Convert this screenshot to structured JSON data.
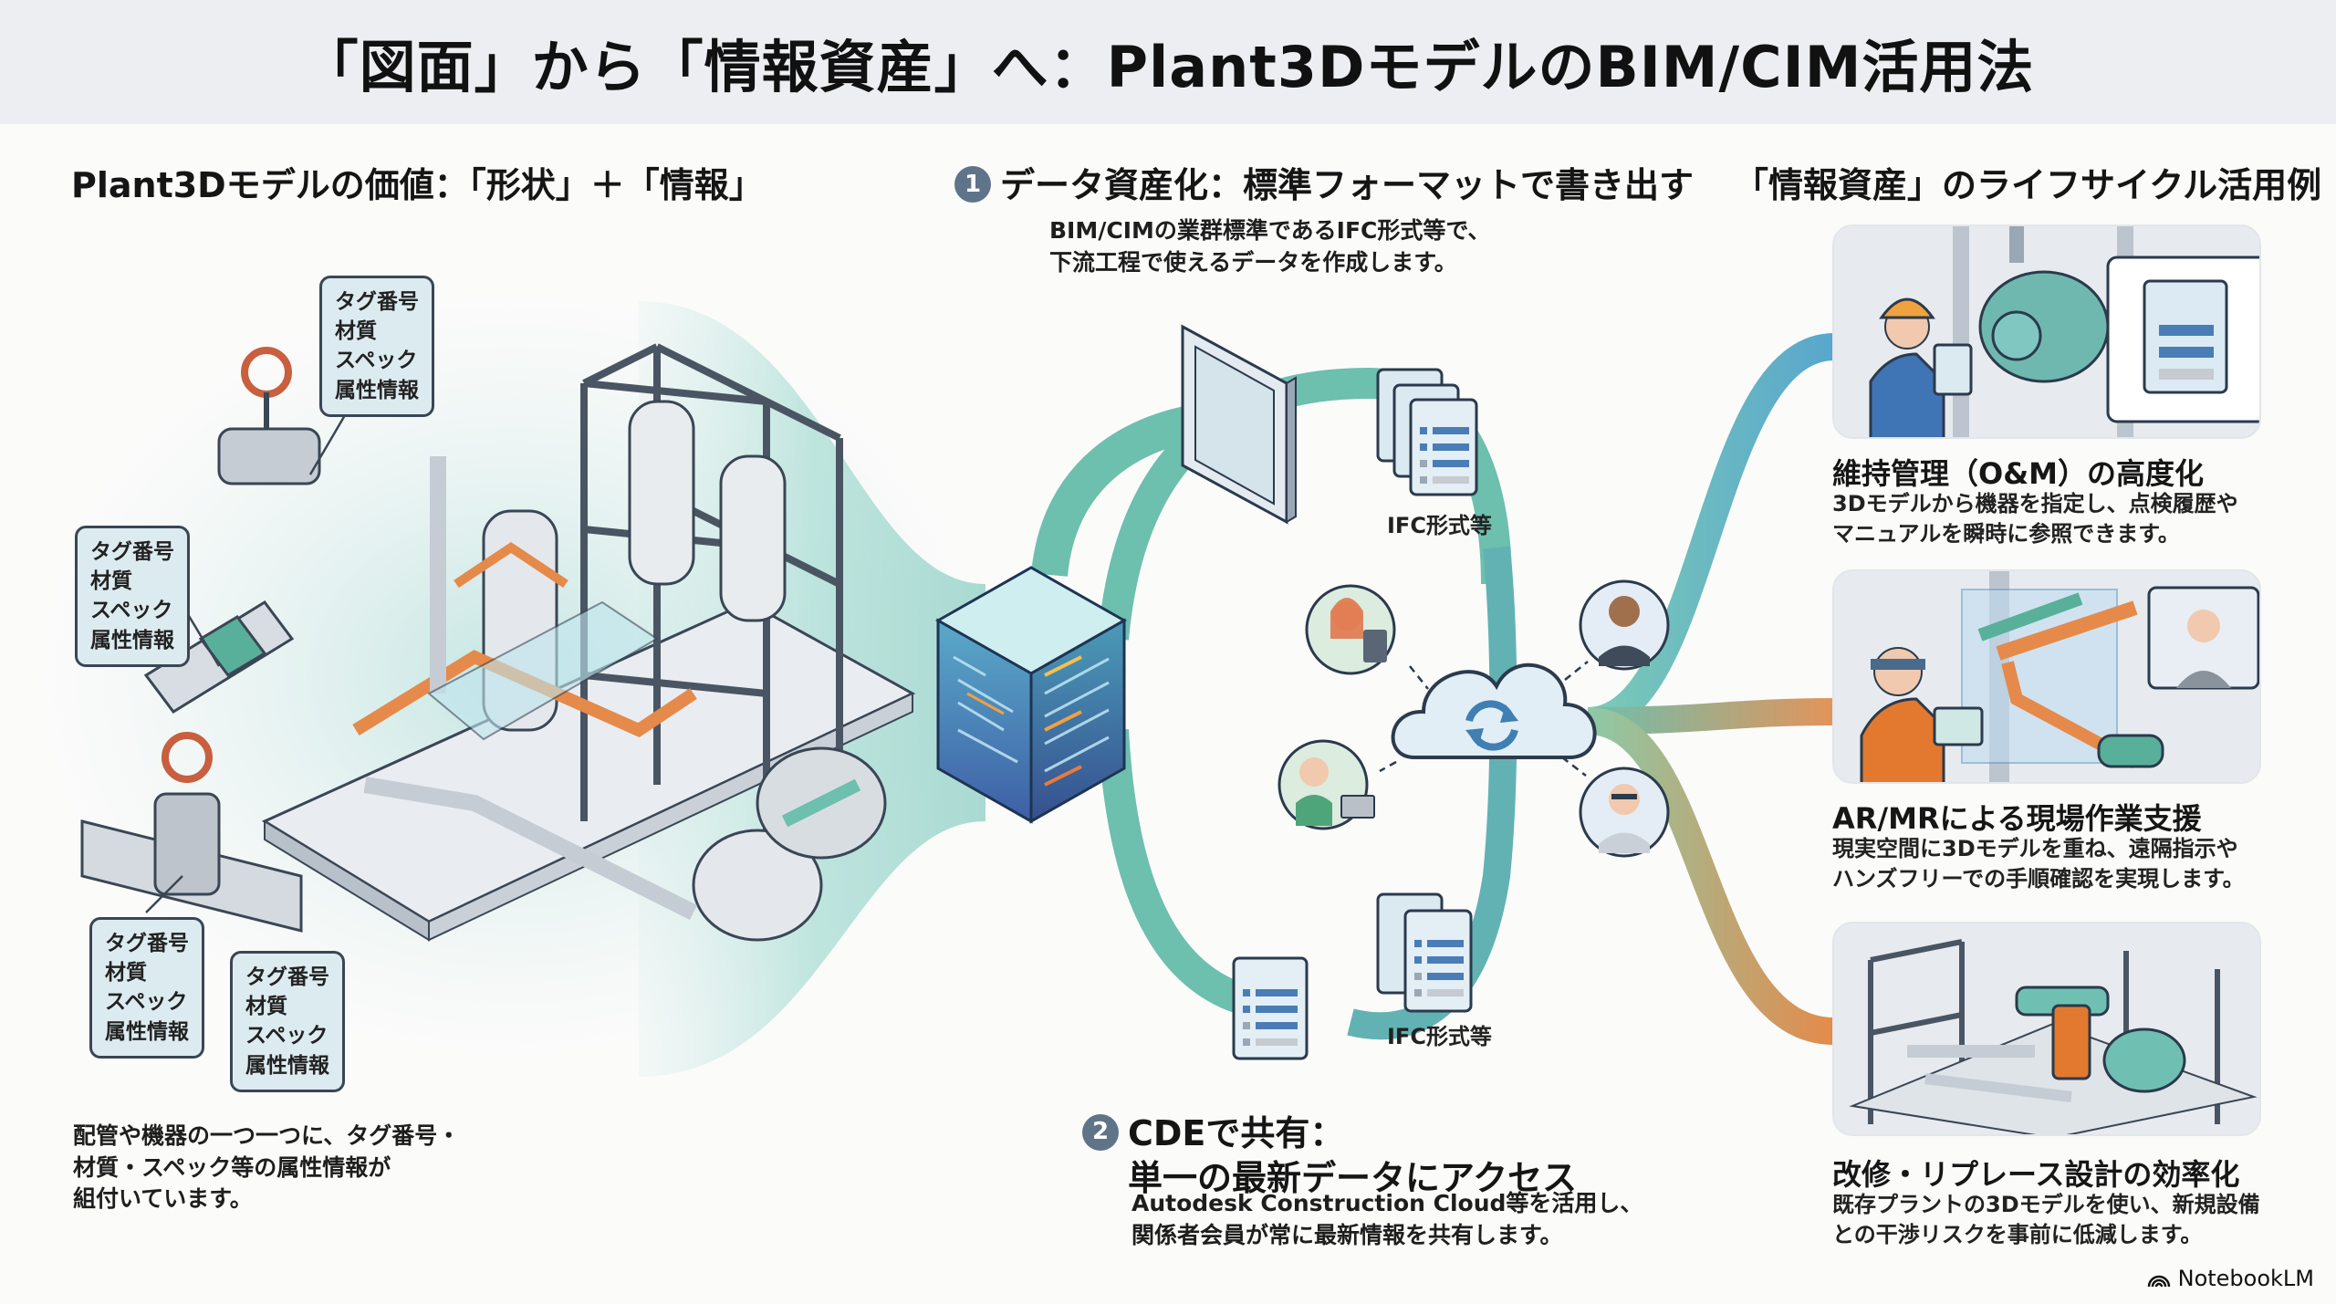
{
  "header": {
    "title": "「図面」から「情報資産」へ：Plant3DモデルのBIM/CIM活用法"
  },
  "left": {
    "heading": "Plant3Dモデルの価値：「形状」＋「情報」",
    "tag_box_lines": [
      "タグ番号",
      "材質",
      "スペック",
      "属性情報"
    ],
    "description": [
      "配管や機器の一つ一つに、タグ番号・",
      "材質・スペック等の属性情報が",
      "組付いています。"
    ]
  },
  "middle": {
    "step1": {
      "number": "1",
      "heading": "データ資産化：標準フォーマットで書き出す",
      "description": [
        "BIM/CIMの業群標準であるIFC形式等で、",
        "下流工程で使えるデータを作成します。"
      ]
    },
    "ifc_label": "IFC形式等",
    "step2": {
      "number": "2",
      "heading_line1": "CDEで共有：",
      "heading_line2": "単一の最新データにアクセス",
      "description": [
        "Autodesk Construction Cloud等を活用し、",
        "関係者会員が常に最新情報を共有します。"
      ]
    }
  },
  "right": {
    "heading": "「情報資産」のライフサイクル活用例",
    "cards": [
      {
        "title": "維持管理（O&M）の高度化",
        "description": [
          "3Dモデルから機器を指定し、点検履歴や",
          "マニュアルを瞬時に参照できます。"
        ]
      },
      {
        "title": "AR/MRによる現場作業支援",
        "description": [
          "現実空間に3Dモデルを重ね、遠隔指示や",
          "ハンズフリーでの手順確認を実現します。"
        ]
      },
      {
        "title": "改修・リプレース設計の効率化",
        "description": [
          "既存プラントの3Dモデルを使い、新規設備",
          "との干渉リスクを事前に低減します。"
        ]
      }
    ]
  },
  "footer": {
    "brand": "NotebookLM"
  },
  "colors": {
    "teal": "#6dbfae",
    "blue": "#5b9ec6",
    "orange": "#e58a4a",
    "badge": "#5f7389",
    "title_band": "#eceef1"
  }
}
